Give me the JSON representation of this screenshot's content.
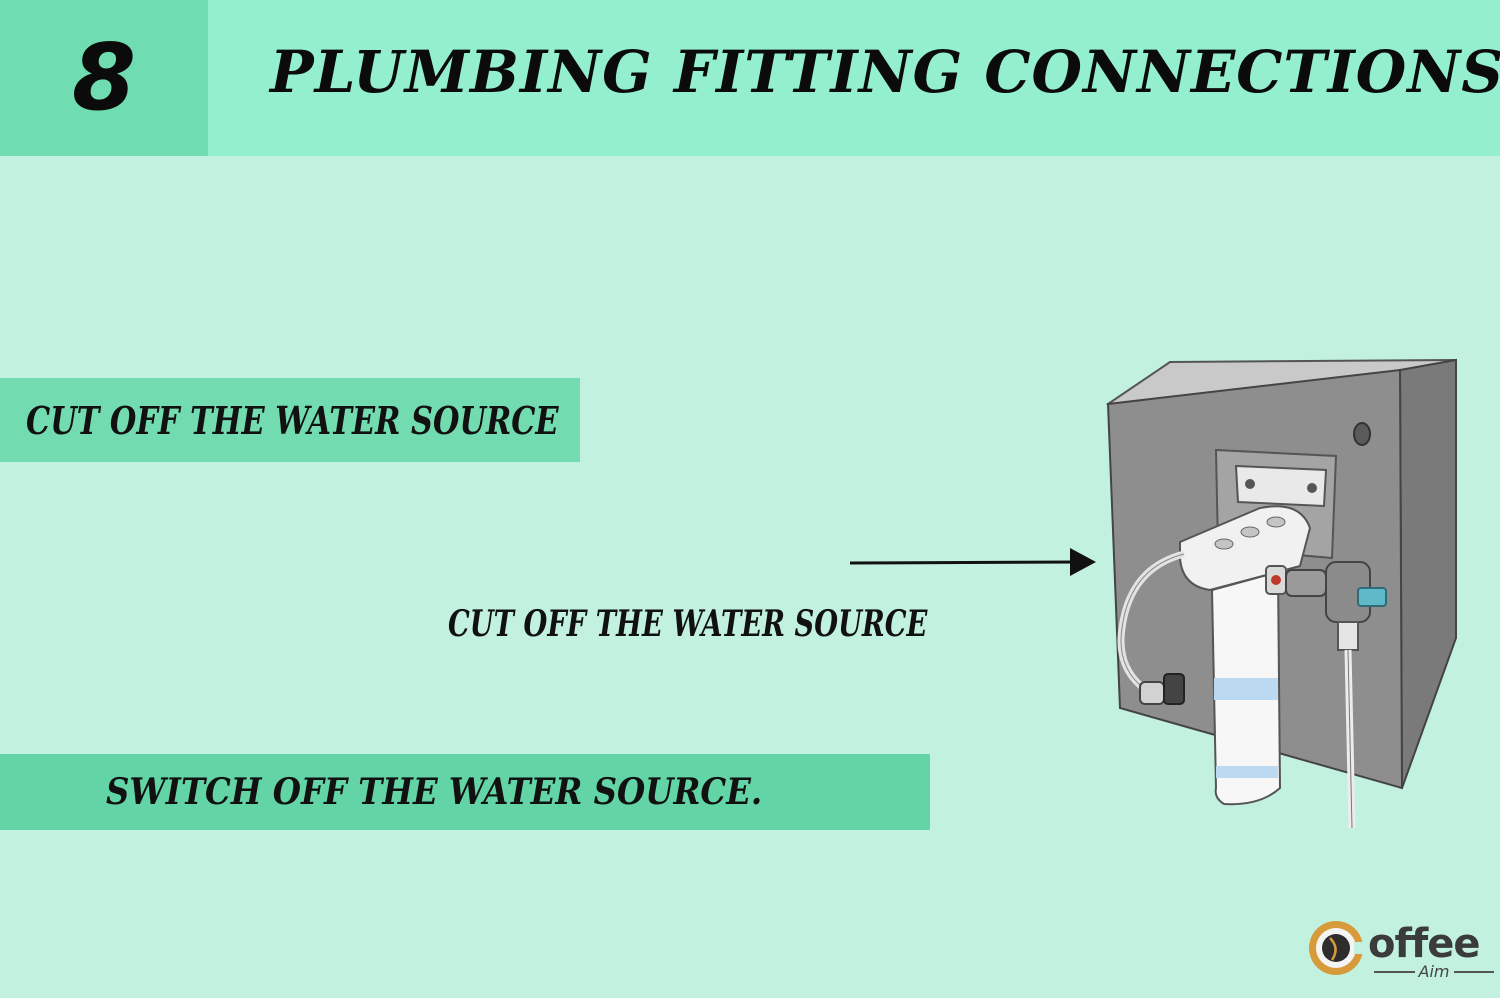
{
  "header": {
    "step_number": "8",
    "title": "PLUMBING FITTING CONNECTIONS"
  },
  "banner_top": {
    "text": "CUT OFF THE WATER SOURCE"
  },
  "arrow_label": {
    "text": "CUT OFF THE WATER SOURCE"
  },
  "banner_bottom": {
    "text": "SWITCH OFF THE WATER SOURCE."
  },
  "logo": {
    "word": "offee",
    "sub": "Aim"
  },
  "colors": {
    "background": "#c2f2df",
    "header": "#93efce",
    "step_box": "#70dcb1",
    "banner_top": "#73dbb0",
    "banner_bottom": "#62d4a6"
  },
  "illustration": {
    "icon": "water-filter-machine-illustration"
  }
}
